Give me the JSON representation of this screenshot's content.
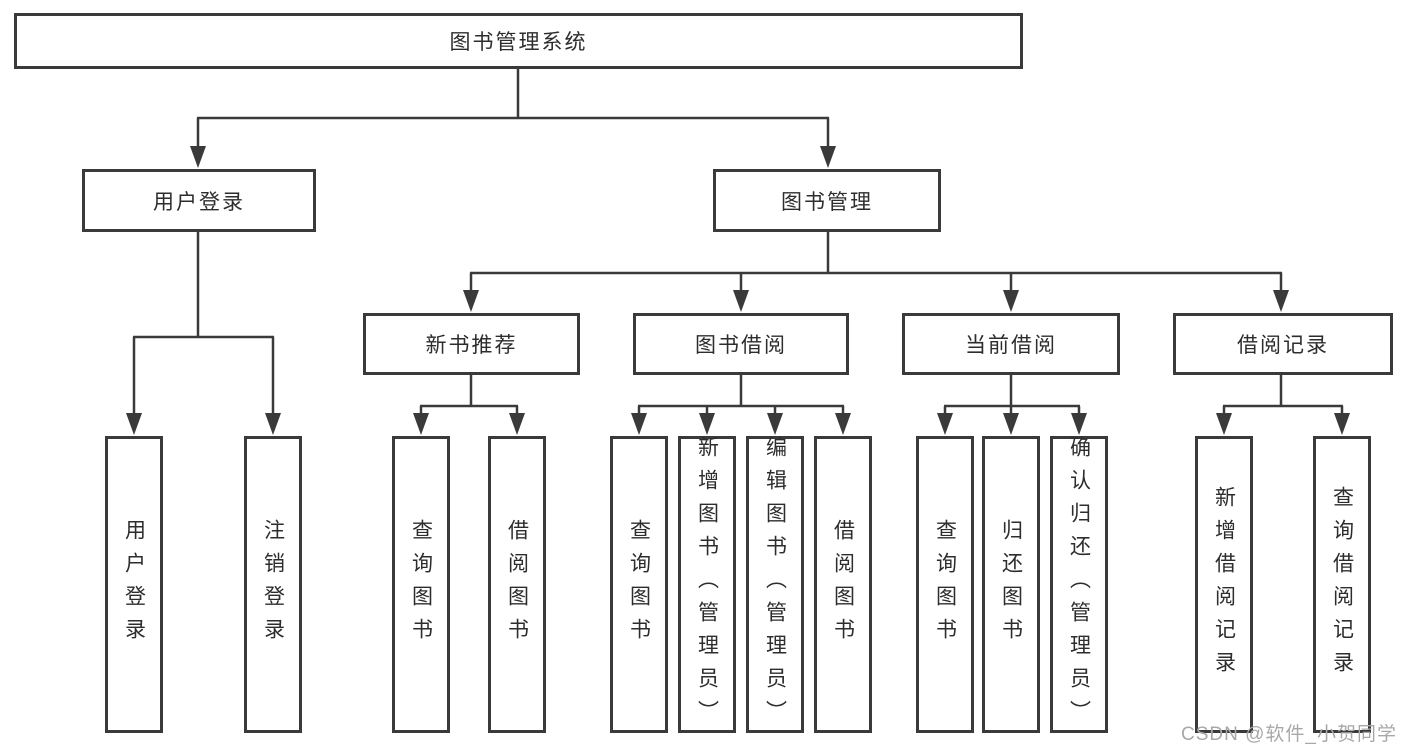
{
  "diagram": {
    "root": {
      "label": "图书管理系统"
    },
    "level2": [
      {
        "label": "用户登录"
      },
      {
        "label": "图书管理"
      }
    ],
    "level3": [
      {
        "label": "新书推荐"
      },
      {
        "label": "图书借阅"
      },
      {
        "label": "当前借阅"
      },
      {
        "label": "借阅记录"
      }
    ],
    "leaves": {
      "user_login": [
        {
          "label": "用户登录"
        },
        {
          "label": "注销登录"
        }
      ],
      "new_books": [
        {
          "label": "查询图书"
        },
        {
          "label": "借阅图书"
        }
      ],
      "book_borrow": [
        {
          "label": "查询图书"
        },
        {
          "label": "新增图书（管理员）"
        },
        {
          "label": "编辑图书（管理员）"
        },
        {
          "label": "借阅图书"
        }
      ],
      "current_borrow": [
        {
          "label": "查询图书"
        },
        {
          "label": "归还图书"
        },
        {
          "label": "确认归还（管理员）"
        }
      ],
      "borrow_records": [
        {
          "label": "新增借阅记录"
        },
        {
          "label": "查询借阅记录"
        }
      ]
    },
    "watermark": "CSDN @软件_小贺同学",
    "colors": {
      "line": "#3a3a3a",
      "text": "#2d2d2d",
      "watermark": "#a8a8a8",
      "background": "#ffffff"
    }
  }
}
